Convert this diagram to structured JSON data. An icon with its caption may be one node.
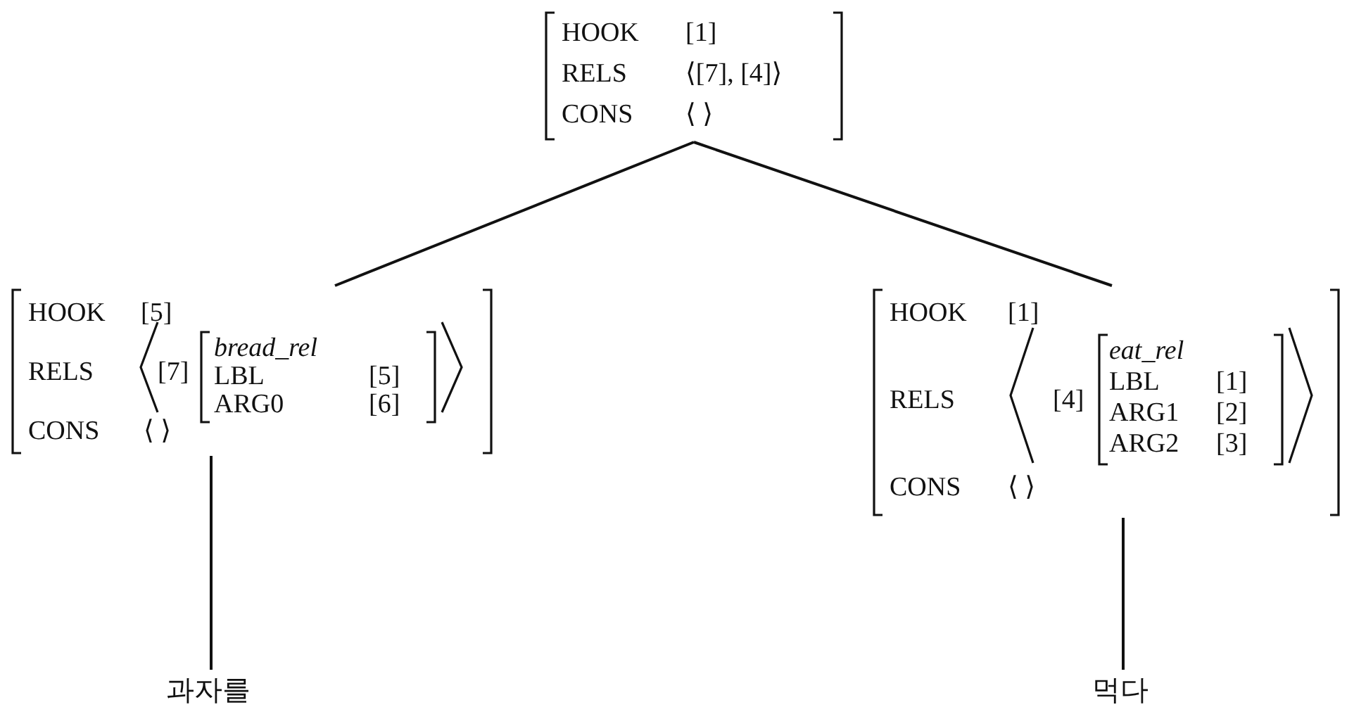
{
  "diagram": {
    "nodes": [
      {
        "text": [
          "HOOK",
          "[1]",
          "RELS",
          "⟨[7], [4]⟩",
          "CONS",
          "⟨ ⟩"
        ]
      },
      {
        "text": [
          "HOOK",
          "[5]",
          "RELS",
          "[7]",
          "CONS",
          "⟨ ⟩"
        ]
      },
      {
        "text": [
          "bread_rel",
          "LBL",
          "[5]",
          "ARG0",
          "[6]"
        ],
        "in": 1
      },
      {
        "text": [
          "HOOK",
          "[1]",
          "RELS",
          "[4]",
          "CONS",
          "⟨ ⟩"
        ]
      },
      {
        "text": [
          "eat_rel",
          "LBL",
          "[1]",
          "ARG1",
          "[2]",
          "ARG2",
          "[3]"
        ],
        "in": 3
      },
      {
        "text": [
          "과자를"
        ]
      },
      {
        "text": [
          "먹다"
        ]
      }
    ],
    "edges": [
      {
        "from": 0,
        "to": 1,
        "arrow": "none"
      },
      {
        "from": 0,
        "to": 3,
        "arrow": "none"
      },
      {
        "from": 1,
        "to": 5,
        "arrow": "none"
      },
      {
        "from": 3,
        "to": 6,
        "arrow": "none"
      }
    ]
  }
}
